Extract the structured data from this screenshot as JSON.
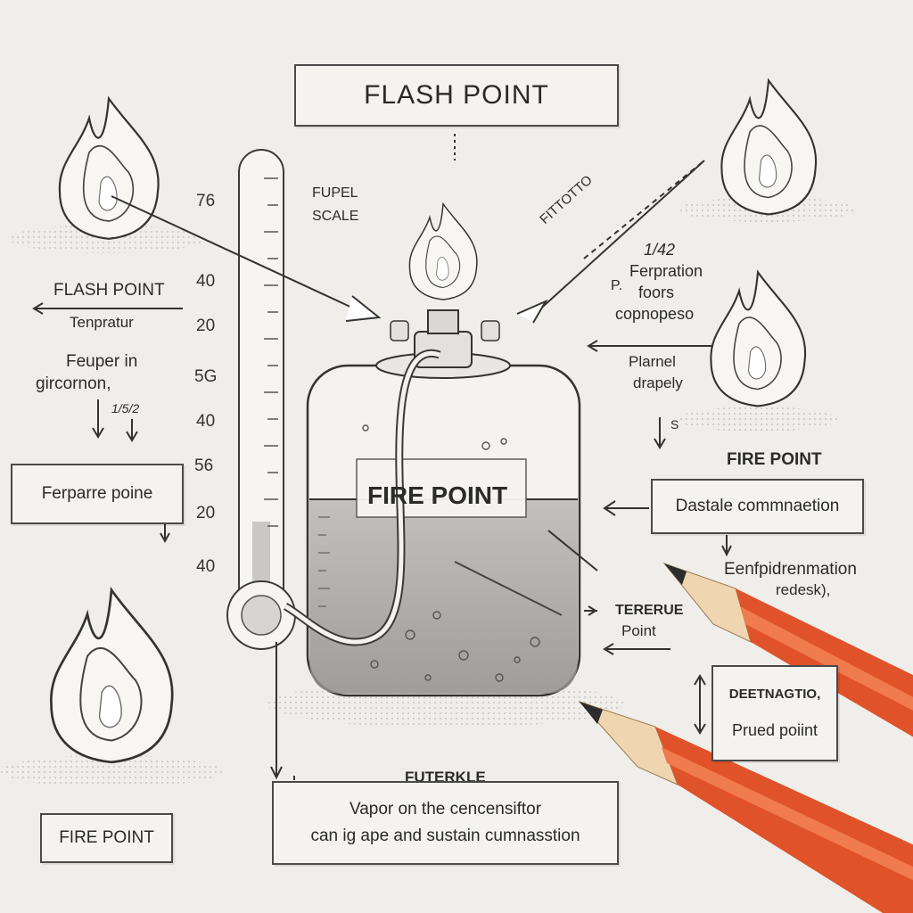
{
  "title": "FLASH POINT",
  "scale": {
    "line1": "FUPEL",
    "line2": "SCALE",
    "ticks": [
      "76",
      "40",
      "20",
      "5G",
      "40",
      "56",
      "20",
      "40"
    ]
  },
  "left": {
    "flash_label": "FLASH POINT",
    "temp_label": "Tenpratur",
    "note_line1": "Feuper in",
    "note_line2": "gircornon,",
    "fraction": "1/5/2",
    "box_label": "Ferparre poine",
    "fire_box": "FIRE POINT"
  },
  "vessel": {
    "label": "FIRE POINT"
  },
  "right": {
    "diag_label": "FITTOTTO",
    "ratio": "1/42",
    "p_mark": "P.",
    "note_a1": "Ferpration",
    "note_a2": "foors",
    "note_a3": "copnopeso",
    "note_b1": "Plarnel",
    "note_b2": "drapely",
    "s_mark": "S",
    "fire_point": "FIRE POINT",
    "box_label": "Dastale commnaetion",
    "note_c1": "Eenfpidrenmation",
    "note_c2": "redesk),",
    "note_d1": "TERERUE",
    "note_d2": "Point",
    "box2_line1": "DEETNAGTIO,",
    "box2_line2": "Prued poiint"
  },
  "bottom": {
    "heading": "FUTERKLE",
    "line1": "Vapor on the cencensiftor",
    "line2": "can ig ape  and sustain cumnasstion"
  },
  "colors": {
    "ink": "#2b2b2b",
    "paper": "#efeeea",
    "pencil": "#e0522a",
    "liquid": "#9a9a9a"
  }
}
